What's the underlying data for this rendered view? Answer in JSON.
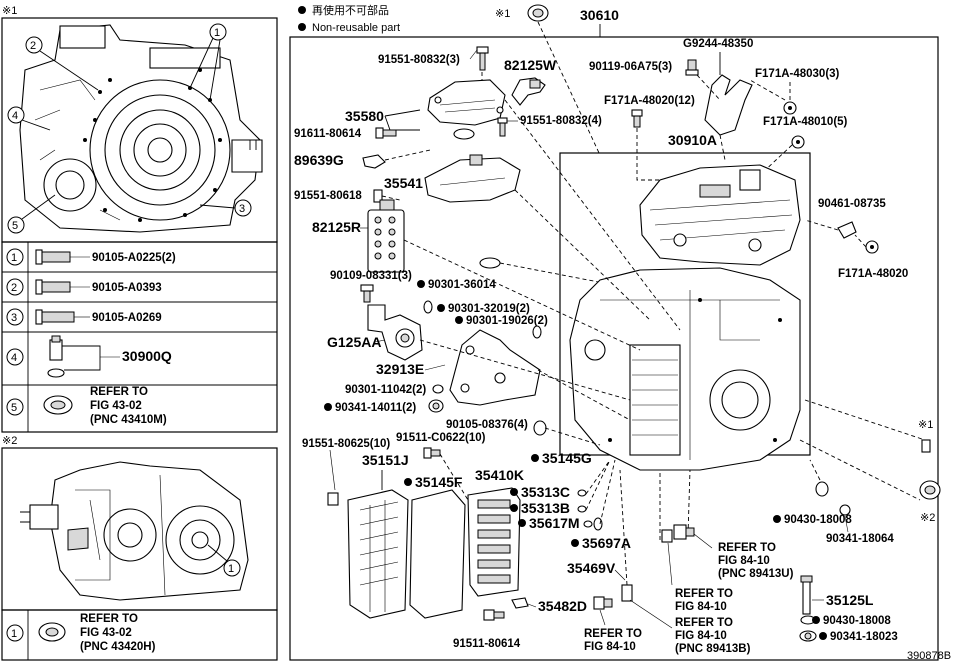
{
  "legend": {
    "jp_label": "再使用不可部品",
    "en_label": "Non-reusable part"
  },
  "diagram_id": "390878B",
  "inset1": {
    "mark": "※1",
    "callouts": [
      "1",
      "2",
      "3",
      "4",
      "5"
    ]
  },
  "inset2": {
    "mark": "※2",
    "callout": "1"
  },
  "parts_table1": [
    {
      "num": "1",
      "part": "90105-A0225(2)"
    },
    {
      "num": "2",
      "part": "90105-A0393"
    },
    {
      "num": "3",
      "part": "90105-A0269"
    },
    {
      "num": "4",
      "part": "30900Q"
    },
    {
      "num": "5",
      "line1": "REFER TO",
      "line2": "FIG 43-02",
      "line3": "(PNC 43410M)"
    }
  ],
  "parts_table2": [
    {
      "num": "1",
      "line1": "REFER TO",
      "line2": "FIG 43-02",
      "line3": "(PNC 43420H)"
    }
  ],
  "main": {
    "assembly": "30610",
    "mark1": "※1",
    "mark2": "※1",
    "mark3": "※2",
    "labels": {
      "p91551_80832_3": "91551-80832(3)",
      "p82125W": "82125W",
      "p90119_06A75": "90119-06A75(3)",
      "pG9244": "G9244-48350",
      "pF171A_48030": "F171A-48030(3)",
      "pF171A_48020_12": "F171A-48020(12)",
      "p35580": "35580",
      "p91551_80832_4": "91551-80832(4)",
      "pF171A_48010": "F171A-48010(5)",
      "p91611": "91611-80614",
      "p30910A": "30910A",
      "p89639G": "89639G",
      "p35541": "35541",
      "p91551_80618": "91551-80618",
      "p90461": "90461-08735",
      "p82125R": "82125R",
      "pF171A_48020": "F171A-48020",
      "p90109": "90109-08331(3)",
      "p90301_36014": "90301-36014",
      "p90301_32019": "90301-32019(2)",
      "p90301_19026": "90301-19026(2)",
      "pG125AA": "G125AA",
      "p32913E": "32913E",
      "p90301_11042": "90301-11042(2)",
      "p90341_14011": "90341-14011(2)",
      "p90105_08376": "90105-08376(4)",
      "p91511_C0622": "91511-C0622(10)",
      "p91551_80625": "91551-80625(10)",
      "p35145G": "35145G",
      "p35151J": "35151J",
      "p35410K": "35410K",
      "p35145F": "35145F",
      "p35313C": "35313C",
      "p35313B": "35313B",
      "p35617M": "35617M",
      "p90430_18008a": "90430-18008",
      "p90341_18064": "90341-18064",
      "p35697A": "35697A",
      "p35469V": "35469V",
      "ref84_1": "REFER TO",
      "ref84_1b": "FIG 84-10",
      "ref84_1c": "(PNC 89413U)",
      "ref84_2": "REFER TO",
      "ref84_2b": "FIG 84-10",
      "p35125L": "35125L",
      "p35482D": "35482D",
      "p90430_18008b": "90430-18008",
      "ref84_3": "REFER TO",
      "ref84_3b": "FIG 84-10",
      "ref84_3c": "(PNC 89413B)",
      "p91511_80614": "91511-80614",
      "ref84_4": "REFER TO",
      "ref84_4b": "FIG 84-10",
      "p90341_18023": "90341-18023"
    }
  }
}
